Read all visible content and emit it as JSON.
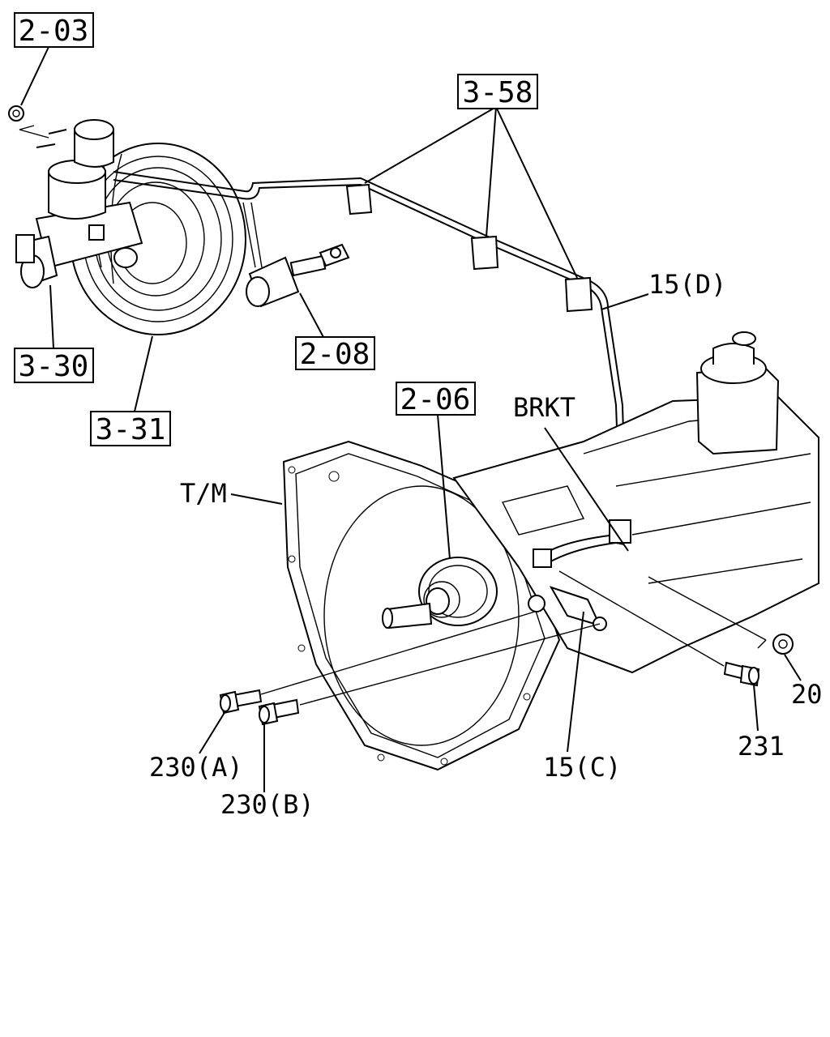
{
  "callouts": {
    "ref_2_03": "2-03",
    "ref_3_58": "3-58",
    "ref_3_30": "3-30",
    "ref_3_31": "3-31",
    "ref_2_08": "2-08",
    "ref_2_06": "2-06",
    "part_15d": "15(D)",
    "brkt": "BRKT",
    "tm": "T/M",
    "part_20": "20",
    "part_231": "231",
    "part_230a": "230(A)",
    "part_230b": "230(B)",
    "part_15c": "15(C)"
  }
}
